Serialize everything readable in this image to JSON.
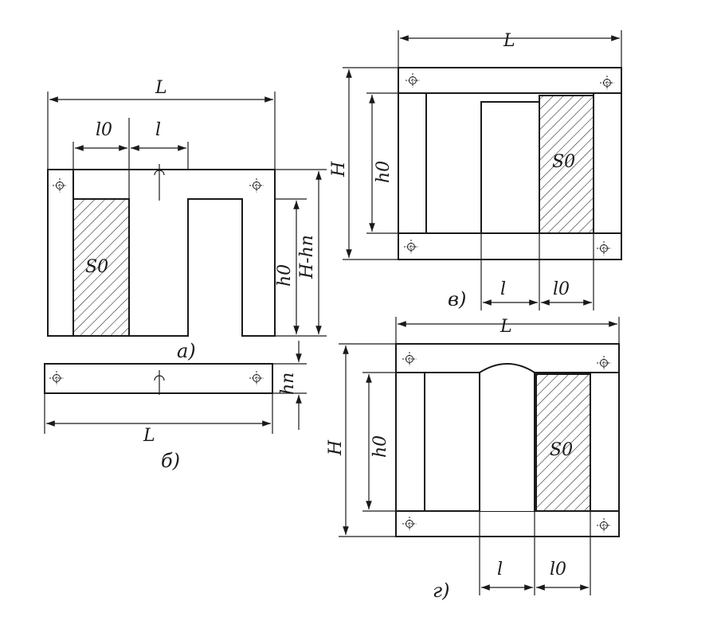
{
  "diagram": {
    "panel_a": {
      "caption": "а)",
      "labels": {
        "width_top": "L",
        "l0": "l0",
        "l": "l",
        "s0": "S0",
        "h0": "h0",
        "h_minus_hn": "H-hn"
      }
    },
    "panel_b": {
      "caption": "б)",
      "labels": {
        "hn": "hn",
        "width_bottom": "L"
      }
    },
    "panel_v": {
      "caption": "в)",
      "labels": {
        "width_top": "L",
        "H": "H",
        "h0": "h0",
        "s0": "S0",
        "l": "l",
        "l0": "l0"
      }
    },
    "panel_g": {
      "caption": "г)",
      "labels": {
        "width_top": "L",
        "H": "H",
        "h0": "h0",
        "s0": "S0",
        "l": "l",
        "l0": "l0"
      }
    }
  }
}
